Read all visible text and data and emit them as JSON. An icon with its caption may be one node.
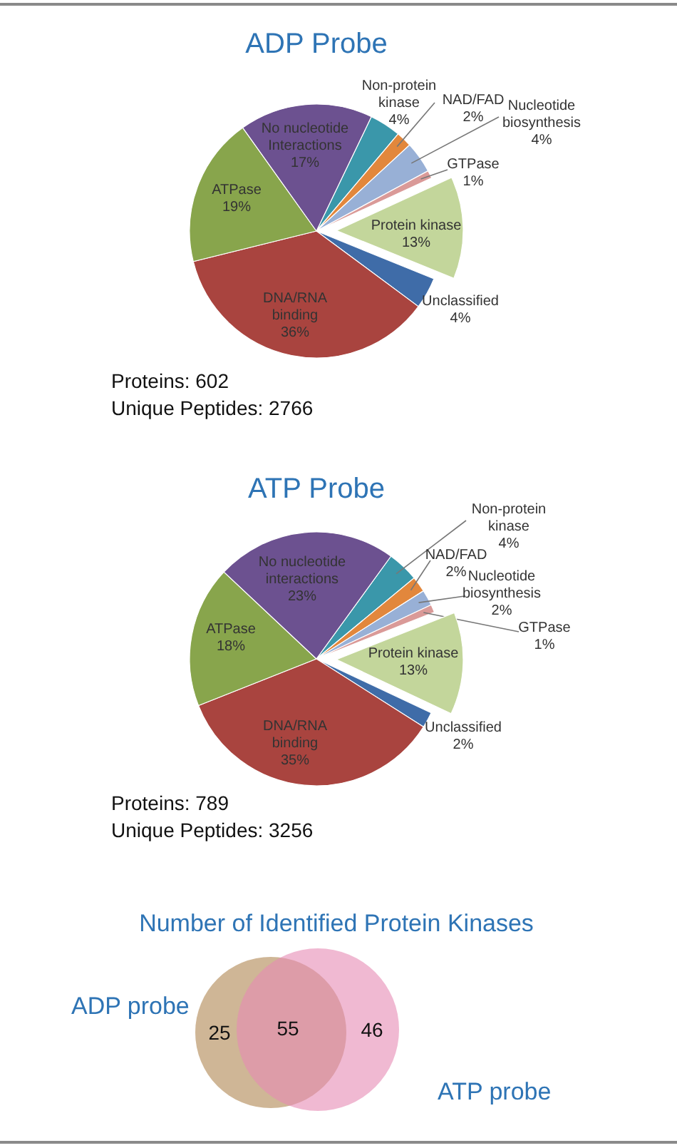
{
  "diagram": {
    "nodes": [
      {
        "text": [
          "25"
        ],
        "beside": [
          "ADP probe"
        ]
      },
      {
        "text": [
          "46"
        ],
        "beside": [
          "ATP probe"
        ]
      }
    ],
    "edges": [],
    "labels": [
      "Proteins: 602",
      "Unique Peptides: 2766",
      "Proteins: 789",
      "Unique Peptides: 3256",
      "Number of Identified Protein Kinases",
      "55"
    ],
    "chart_data": [
      {
        "type": "pie",
        "title": "ADP Probe",
        "categories": [
          "Non-protein kinase",
          "NAD/FAD",
          "Nucleotide biosynthesis",
          "GTPase",
          "Protein kinase",
          "Unclassified",
          "DNA/RNA binding",
          "ATPase",
          "No nucleotide Interactions"
        ],
        "values": [
          4,
          2,
          4,
          1,
          13,
          4,
          36,
          19,
          17
        ],
        "value_labels": [
          "4%",
          "2%",
          "4%",
          "1%",
          "13%",
          "4%",
          "36%",
          "19%",
          "17%"
        ]
      },
      {
        "type": "pie",
        "title": "ATP Probe",
        "categories": [
          "Non-protein kinase",
          "NAD/FAD",
          "Nucleotide biosynthesis",
          "GTPase",
          "Protein kinase",
          "Unclassified",
          "DNA/RNA binding",
          "ATPase",
          "No nucleotide interactions"
        ],
        "values": [
          4,
          2,
          2,
          1,
          13,
          2,
          35,
          18,
          23
        ],
        "value_labels": [
          "4%",
          "2%",
          "2%",
          "1%",
          "13%",
          "2%",
          "35%",
          "18%",
          "23%"
        ]
      }
    ]
  }
}
